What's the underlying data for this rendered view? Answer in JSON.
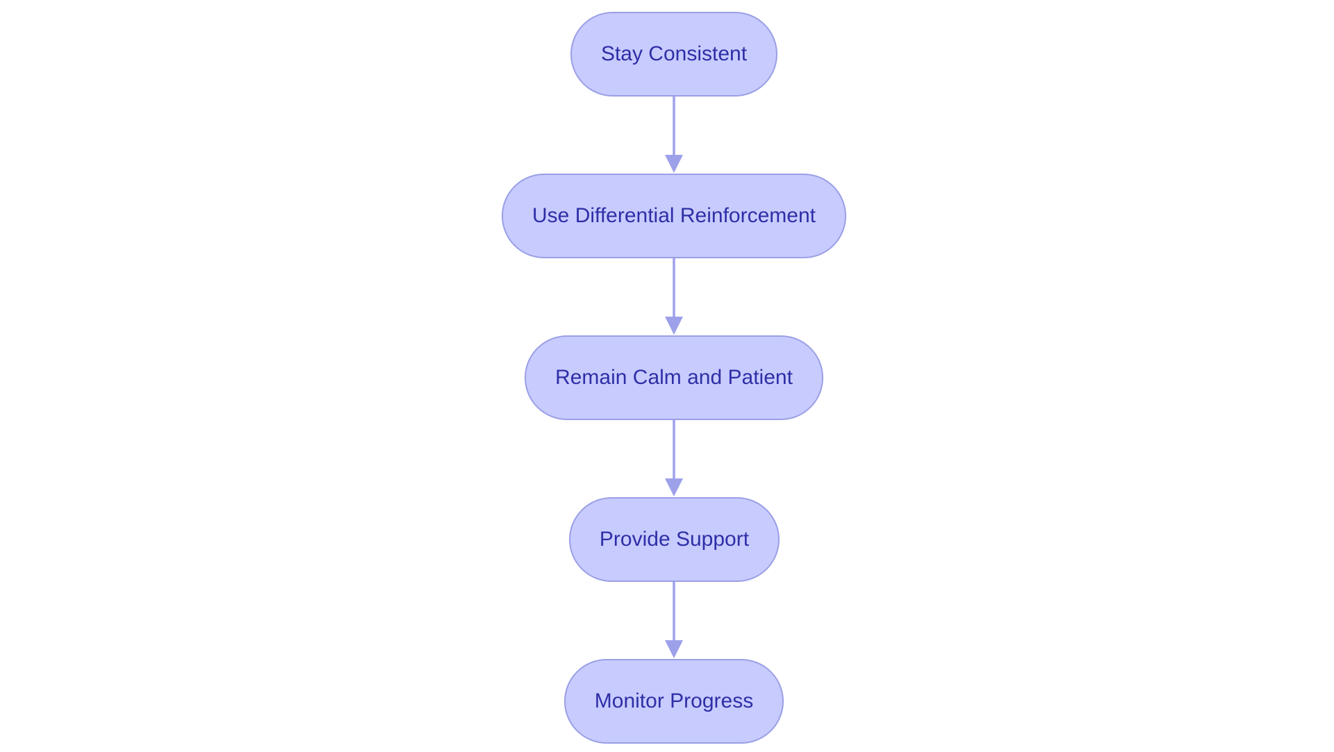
{
  "colors": {
    "node_fill": "#C8CBFE",
    "node_border": "#9A9FE6",
    "node_text": "#2E2FA6",
    "edge": "#9DA1EA"
  },
  "nodes": [
    {
      "id": "stay-consistent",
      "label": "Stay Consistent"
    },
    {
      "id": "use-differential-reinforcement",
      "label": "Use Differential Reinforcement"
    },
    {
      "id": "remain-calm-and-patient",
      "label": "Remain Calm and Patient"
    },
    {
      "id": "provide-support",
      "label": "Provide Support"
    },
    {
      "id": "monitor-progress",
      "label": "Monitor Progress"
    }
  ],
  "edges": [
    {
      "from": "stay-consistent",
      "to": "use-differential-reinforcement"
    },
    {
      "from": "use-differential-reinforcement",
      "to": "remain-calm-and-patient"
    },
    {
      "from": "remain-calm-and-patient",
      "to": "provide-support"
    },
    {
      "from": "provide-support",
      "to": "monitor-progress"
    }
  ]
}
